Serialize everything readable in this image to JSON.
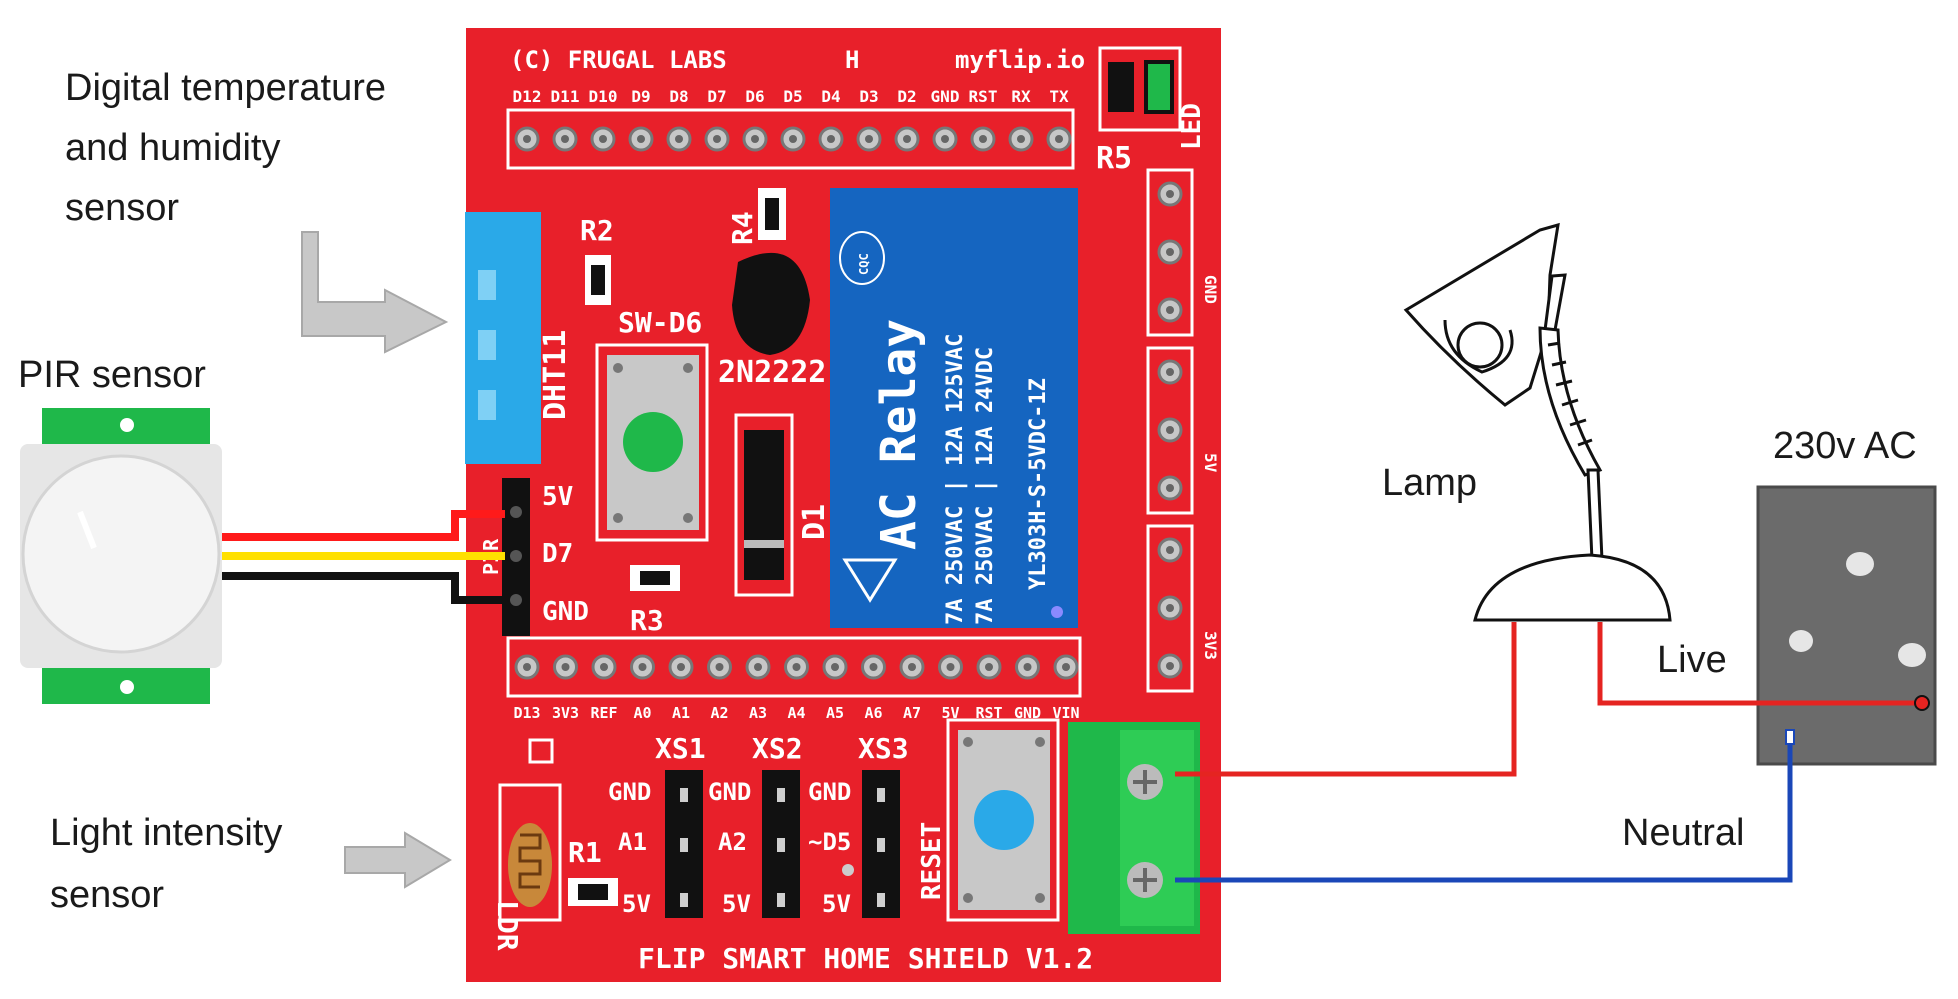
{
  "labels": {
    "dht": [
      "Digital temperature",
      "and humidity",
      "sensor"
    ],
    "pir": "PIR sensor",
    "ldr_sensor": [
      "Light intensity",
      "sensor"
    ],
    "lamp": "Lamp",
    "ac": "230v AC",
    "live": "Live",
    "neutral": "Neutral"
  },
  "board": {
    "copyright": "(C) FRUGAL LABS",
    "h": "H",
    "site": "myflip.io",
    "top_pins": [
      "D12",
      "D11",
      "D10",
      "D9",
      "D8",
      "D7",
      "D6",
      "D5",
      "D4",
      "D3",
      "D2",
      "GND",
      "RST",
      "RX",
      "TX"
    ],
    "bottom_pins": [
      "D13",
      "3V3",
      "REF",
      "A0",
      "A1",
      "A2",
      "A3",
      "A4",
      "A5",
      "A6",
      "A7",
      "5V",
      "RST",
      "GND",
      "VIN"
    ],
    "r5": "R5",
    "led": "LED",
    "r2": "R2",
    "r4": "R4",
    "dht11": "DHT11",
    "sw": "SW-D6",
    "transistor": "2N2222",
    "d1": "D1",
    "r3": "R3",
    "pir_pins": [
      "5V",
      "D7",
      "GND"
    ],
    "pir_conn": "PIR",
    "relay_title": "AC Relay",
    "relay_logo": "CQC",
    "relay_spec1": "7A 250VAC | 12A 125VAC",
    "relay_spec2": "7A 250VAC | 12A 24VDC",
    "relay_model": "YL303H-S-5VDC-1Z",
    "side_headers": [
      "GND",
      "5V",
      "3V3"
    ],
    "xs": [
      "XS1",
      "XS2",
      "XS3"
    ],
    "xs1_pins": [
      "GND",
      "A1",
      "5V"
    ],
    "xs2_pins": [
      "GND",
      "A2",
      "5V"
    ],
    "xs3_pins": [
      "GND",
      "~D5",
      "5V"
    ],
    "ldr": "LDR",
    "r1": "R1",
    "reset": "RESET",
    "footer": "FLIP SMART HOME SHIELD V1.2"
  },
  "colors": {
    "board": "#e8202a",
    "relay": "#1565c0",
    "dht": "#2aa9e8",
    "terminal": "#1fb84a",
    "live_wire": "#e52421",
    "neutral_wire": "#1a47b8",
    "pir_wire_red": "#ff1a1a",
    "pir_wire_yellow": "#ffe000",
    "pir_wire_black": "#111111"
  }
}
